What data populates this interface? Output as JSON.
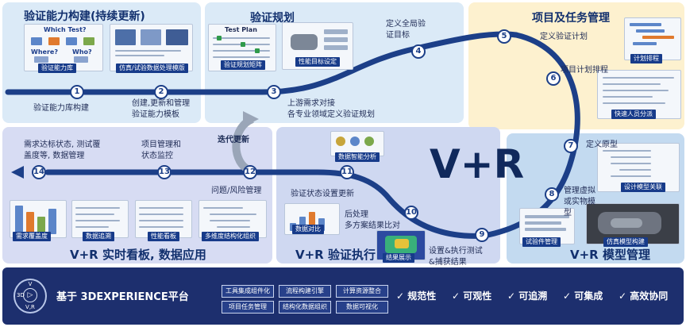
{
  "panels": {
    "verify_capability": {
      "title": "验证能力构建(持续更新)"
    },
    "verify_plan": {
      "title": "验证规划"
    },
    "project_tasks": {
      "title": "项目及任务管理"
    },
    "dashboard": {
      "title": "V+R 实时看板, 数据应用"
    },
    "execution": {
      "title": "V+R 验证执行"
    },
    "model_mgmt": {
      "title": "V+R 模型管理"
    }
  },
  "thumbnails": {
    "t1": {
      "caption": "验证能力库",
      "header": "Which Test?"
    },
    "t1b": {
      "header": "Where?"
    },
    "t1c": {
      "header": "Who?"
    },
    "t2": {
      "caption": "仿真/试验数据处理模版"
    },
    "t3": {
      "caption": "验证规划矩阵",
      "header": "Test Plan"
    },
    "t4": {
      "caption": "性能目标设定"
    },
    "t5": {
      "caption": "计划排程"
    },
    "t6": {
      "caption": "快速人员分派"
    },
    "t7": {
      "caption": "设计模型关联"
    },
    "t8": {
      "caption": "试验件管理"
    },
    "t9": {
      "caption": "仿真模型构建"
    },
    "t10": {
      "caption": "需求覆盖度"
    },
    "t11": {
      "caption": "数据追溯"
    },
    "t12": {
      "caption": "性能看板"
    },
    "t13": {
      "caption": "多维度结构化组织"
    },
    "t14": {
      "caption": "数据智能分析"
    },
    "t15": {
      "caption": "数据对比"
    },
    "t16": {
      "caption": "结果展示"
    }
  },
  "steps": [
    {
      "num": "1",
      "label": "验证能力库构建"
    },
    {
      "num": "2",
      "label": "创建,更新和管理\n验证能力模板"
    },
    {
      "num": "3",
      "label": "上游需求对接\n各专业领域定义验证规划"
    },
    {
      "num": "4",
      "label": "定义全局验\n证目标"
    },
    {
      "num": "5",
      "label": "定义验证计划"
    },
    {
      "num": "6",
      "label": "项目计划排程"
    },
    {
      "num": "7",
      "label": "定义原型"
    },
    {
      "num": "8",
      "label": "管理虚拟\n或实物模\n型"
    },
    {
      "num": "9",
      "label": "设置&执行测试\n&捕获结果"
    },
    {
      "num": "10",
      "label": "后处理\n多方案结果比对"
    },
    {
      "num": "11",
      "label": "验证状态设置更新"
    },
    {
      "num": "12",
      "label": "问题/风险管理"
    },
    {
      "num": "13",
      "label": "项目管理和\n状态监控"
    },
    {
      "num": "14",
      "label": "需求达标状态, 测试覆\n盖度等, 数据管理"
    }
  ],
  "iterate_label": "迭代更新",
  "center": "V+R",
  "platform": {
    "logo_top": "3D",
    "logo_left": "V",
    "logo_bottom": "V,R",
    "title": "基于 3DEXPERIENCE平台",
    "tags": [
      "工具集成组件化",
      "流程构建引擎",
      "计算资源整合",
      "项目任务管理",
      "结构化数据组织",
      "数据可视化"
    ],
    "features": [
      "规范性",
      "可观性",
      "可追溯",
      "可集成",
      "高效协同"
    ],
    "check": "✓"
  },
  "colors": {
    "navy": "#1c3f88",
    "band": "#1d2f6e",
    "accent": "#173b8a"
  }
}
